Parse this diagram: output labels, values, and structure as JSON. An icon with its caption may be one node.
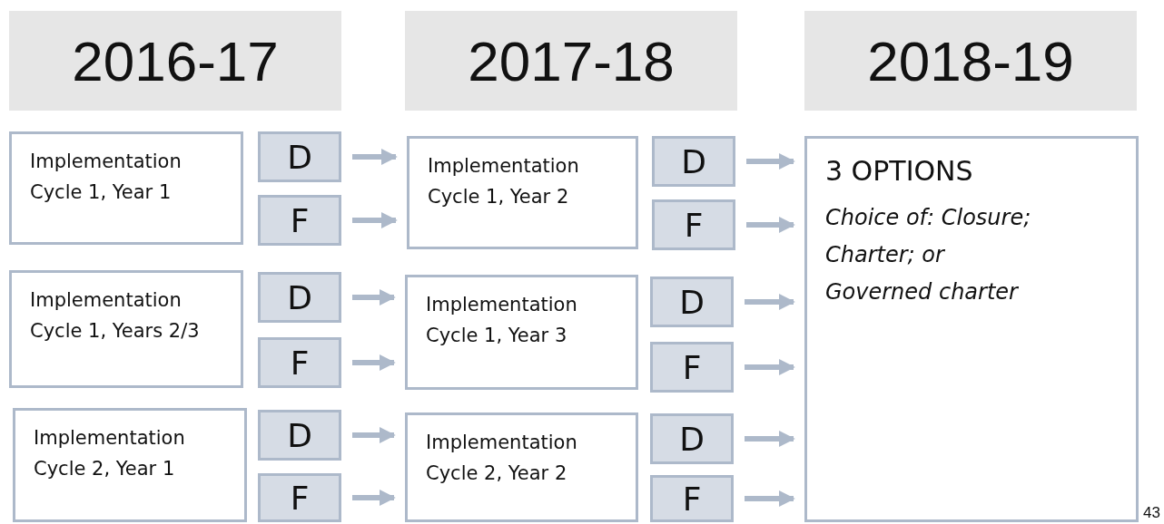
{
  "diagram": {
    "nodes": [
      {
        "text": [
          "2016-17"
        ]
      },
      {
        "text": [
          "2017-18"
        ]
      },
      {
        "text": [
          "2018-19"
        ]
      },
      {
        "text": [
          "Implementation Cycle 1, Year 1"
        ]
      },
      {
        "text": [
          "D"
        ]
      },
      {
        "text": [
          "F"
        ]
      },
      {
        "text": [
          "Implementation Cycle 1, Year 2"
        ]
      },
      {
        "text": [
          "D"
        ]
      },
      {
        "text": [
          "F"
        ]
      },
      {
        "text": [
          "3 OPTIONS",
          "Choice of: Closure; Charter; or Governed charter"
        ]
      },
      {
        "text": [
          "Implementation Cycle 1, Years 2/3"
        ]
      },
      {
        "text": [
          "D"
        ]
      },
      {
        "text": [
          "F"
        ]
      },
      {
        "text": [
          "Implementation Cycle 1, Year 3"
        ]
      },
      {
        "text": [
          "D"
        ]
      },
      {
        "text": [
          "F"
        ]
      },
      {
        "text": [
          "Implementation Cycle 2, Year 1"
        ]
      },
      {
        "text": [
          "D"
        ]
      },
      {
        "text": [
          "F"
        ]
      },
      {
        "text": [
          "Implementation Cycle 2, Year 2"
        ]
      },
      {
        "text": [
          "D"
        ]
      },
      {
        "text": [
          "F"
        ]
      }
    ],
    "edges": [
      {
        "from": 4,
        "to": 6,
        "arrow": "to"
      },
      {
        "from": 5,
        "to": 6,
        "arrow": "to"
      },
      {
        "from": 7,
        "to": 9,
        "arrow": "to"
      },
      {
        "from": 8,
        "to": 9,
        "arrow": "to"
      },
      {
        "from": 11,
        "to": 13,
        "arrow": "to"
      },
      {
        "from": 12,
        "to": 13,
        "arrow": "to"
      },
      {
        "from": 14,
        "to": 9,
        "arrow": "to"
      },
      {
        "from": 15,
        "to": 9,
        "arrow": "to"
      },
      {
        "from": 17,
        "to": 19,
        "arrow": "to"
      },
      {
        "from": 18,
        "to": 19,
        "arrow": "to"
      },
      {
        "from": 20,
        "to": 9,
        "arrow": "to"
      },
      {
        "from": 21,
        "to": 9,
        "arrow": "to"
      }
    ],
    "labels": [
      "43"
    ]
  }
}
